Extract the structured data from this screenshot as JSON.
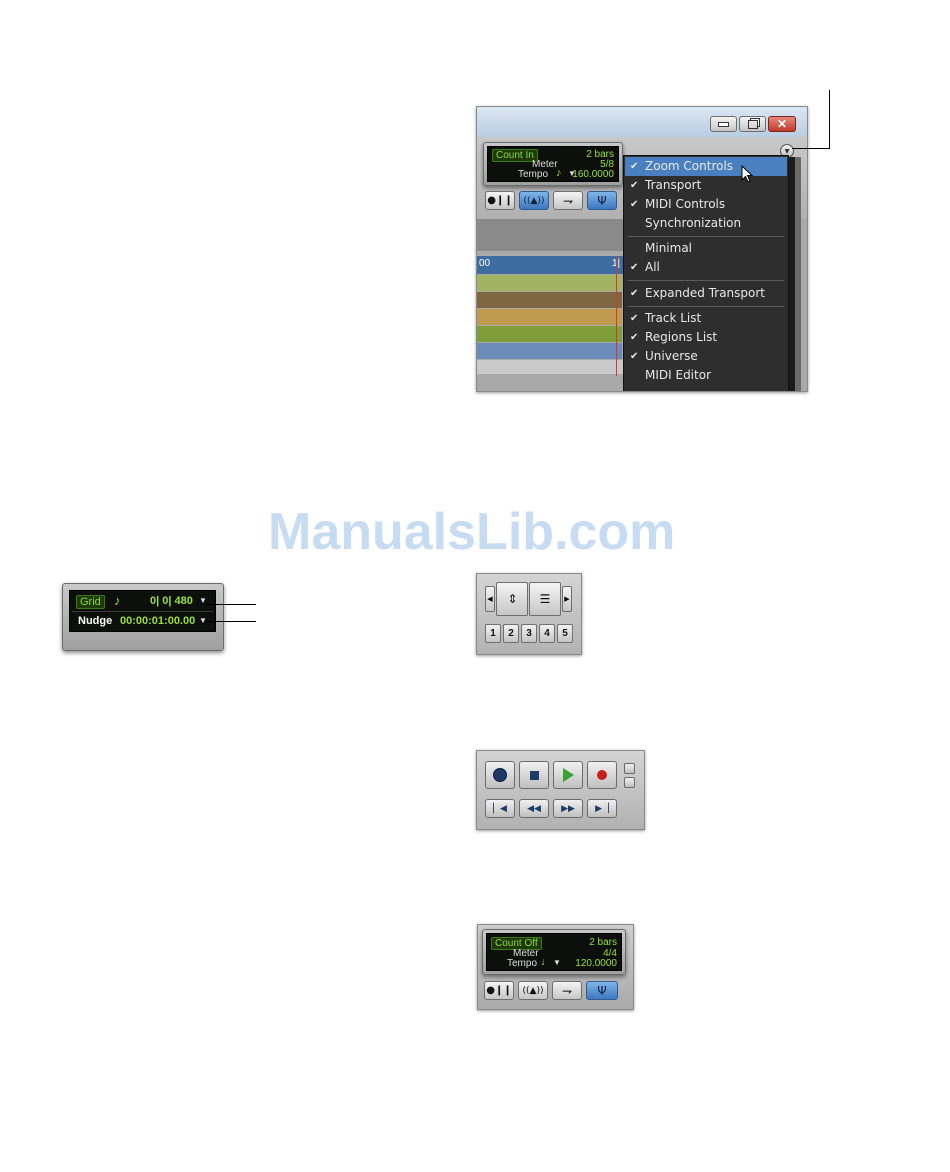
{
  "window": {
    "counter": {
      "count_label": "Count In",
      "bars": "2 bars",
      "meter_label": "Meter",
      "meter_value": "5/8",
      "tempo_label": "Tempo",
      "tempo_value": "160.0000"
    },
    "ruler_value_left": "00",
    "ruler_value_right": "1|",
    "track_colors": [
      "#a1b262",
      "#7e6640",
      "#c09a4f",
      "#7f9e3a",
      "#6b8bb8"
    ],
    "menu": {
      "items": [
        {
          "label": "Zoom Controls",
          "checked": "✔",
          "highlighted": true
        },
        {
          "label": "Transport",
          "checked": "✔"
        },
        {
          "label": "MIDI Controls",
          "checked": "✔"
        },
        {
          "label": "Synchronization",
          "checked": ""
        },
        {
          "label": "Minimal",
          "checked": ""
        },
        {
          "label": "All",
          "checked": "✔"
        },
        {
          "label": "Expanded Transport",
          "checked": "✔"
        },
        {
          "label": "Track List",
          "checked": "✔"
        },
        {
          "label": "Regions List",
          "checked": "✔"
        },
        {
          "label": "Universe",
          "checked": "✔"
        },
        {
          "label": "MIDI Editor",
          "checked": ""
        }
      ]
    }
  },
  "watermark": "ManualsLib.com",
  "grid_panel": {
    "grid_label": "Grid",
    "grid_value": "0| 0| 480",
    "nudge_label": "Nudge",
    "nudge_value": "00:00:01:00.00"
  },
  "zoom_panel": {
    "presets": [
      "1",
      "2",
      "3",
      "4",
      "5"
    ]
  },
  "counter_panel": {
    "count_label": "Count Off",
    "bars": "2 bars",
    "meter_label": "Meter",
    "meter_value": "4/4",
    "tempo_label": "Tempo",
    "tempo_value": "120.0000"
  },
  "colors": {
    "lcd_green": "#9be03c",
    "menu_bg": "#2e2e2e",
    "menu_highlight": "#4a80c0"
  }
}
